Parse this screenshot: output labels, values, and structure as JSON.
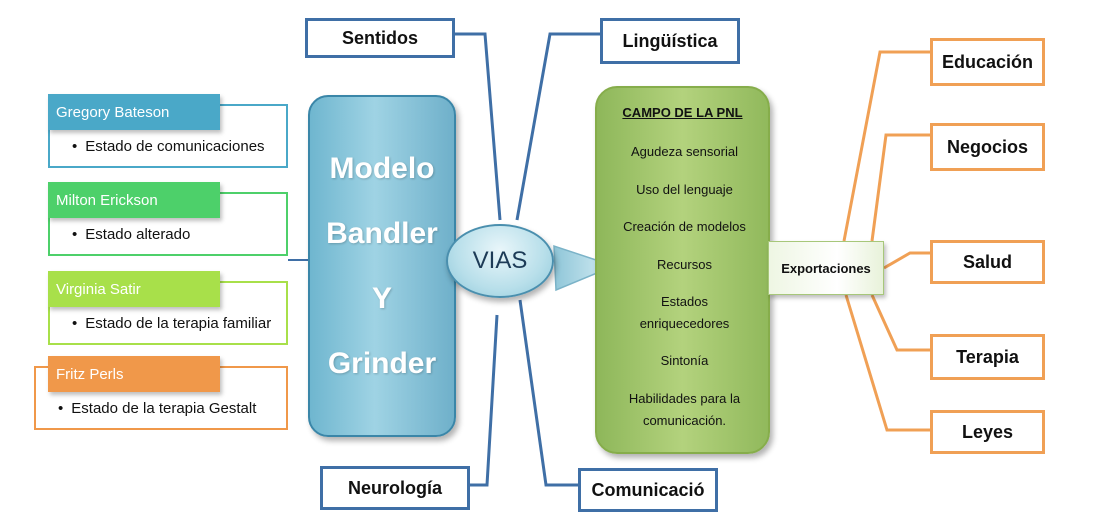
{
  "senses": {
    "sentidos": "Sentidos",
    "linguistica": "Lingüística",
    "neurologia": "Neurología",
    "comunicacion": "Comunicació"
  },
  "people": [
    {
      "name": "Gregory Bateson",
      "state": "Estado de comunicaciones",
      "color": "#4aa8c8"
    },
    {
      "name": "Milton Erickson",
      "state": "Estado alterado",
      "color": "#4dd06a"
    },
    {
      "name": "Virginia Satir",
      "state": "Estado de la terapia familiar",
      "color": "#a8e04a"
    },
    {
      "name": "Fritz Perls",
      "state": "Estado de la terapia Gestalt",
      "color": "#f0984a"
    }
  ],
  "model": {
    "line1": "Modelo",
    "line2": "Bandler",
    "line3": "Y",
    "line4": "Grinder"
  },
  "vias": "VIAS",
  "campo": {
    "title": "CAMPO DE LA PNL",
    "items": [
      "Agudeza sensorial",
      "Uso del lenguaje",
      "Creación de modelos",
      "Recursos",
      "Estados enriquecedores",
      "Sintonía",
      "Habilidades para la comunicación."
    ]
  },
  "exportaciones": "Exportaciones",
  "exports": [
    "Educación",
    "Negocios",
    "Salud",
    "Terapia",
    "Leyes"
  ],
  "bullet": "•",
  "colors": {
    "blue_line": "#3f6fa6",
    "orange_line": "#f0a055",
    "model_fill": "#8cc8dc",
    "campo_fill": "#a6c86e"
  }
}
